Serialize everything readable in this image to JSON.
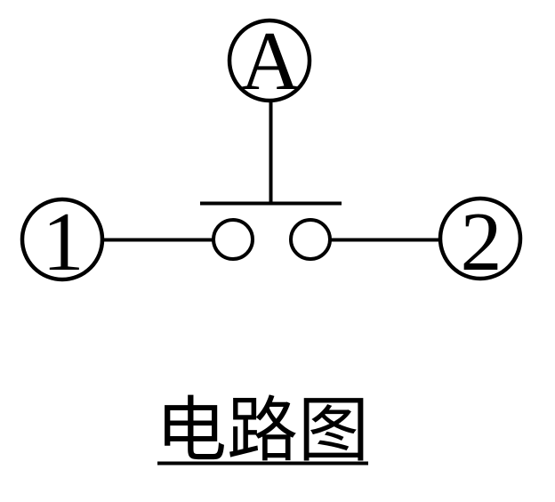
{
  "page": {
    "background": "#ffffff"
  },
  "diagram": {
    "caption": "电路图",
    "stroke_color": "#000000",
    "text_color": "#000000",
    "terminals": {
      "top_label": "A",
      "left_label": "1",
      "right_label": "2"
    }
  }
}
